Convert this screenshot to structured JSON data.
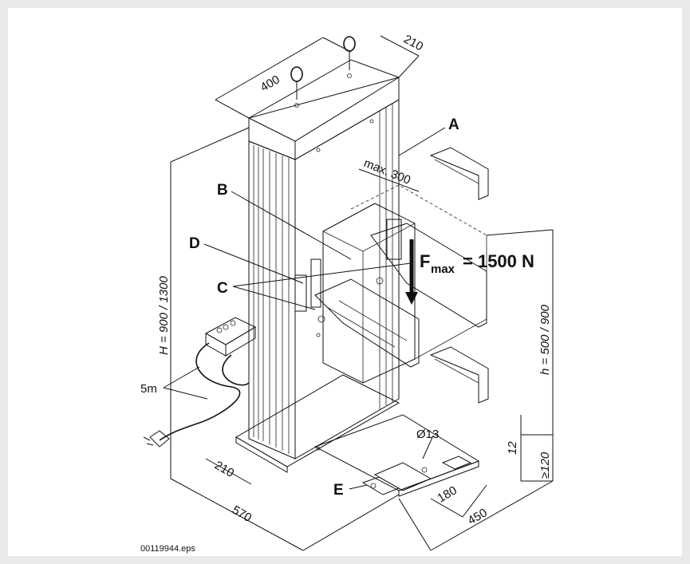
{
  "figure": {
    "file_name": "00119944.eps",
    "labels": {
      "a": "A",
      "b": "B",
      "c": "C",
      "d": "D",
      "e": "E"
    },
    "dimensions": {
      "top_width": "400",
      "top_depth": "210",
      "max_reach": "max. 300",
      "height_total": "H = 900 / 1300",
      "stroke": "h = 500 / 900",
      "cable": "5m",
      "base_left": "210",
      "base_length": "570",
      "base_depth": "450",
      "foot_width": "180",
      "hole": "Ø13",
      "offset": "12",
      "min_gap": "≥120"
    },
    "force": {
      "prefix": "F",
      "subscript": "max",
      "value": "= 1500 N"
    },
    "colors": {
      "line": "#111111",
      "background": "#ffffff",
      "frame": "#e9e9e9"
    }
  }
}
